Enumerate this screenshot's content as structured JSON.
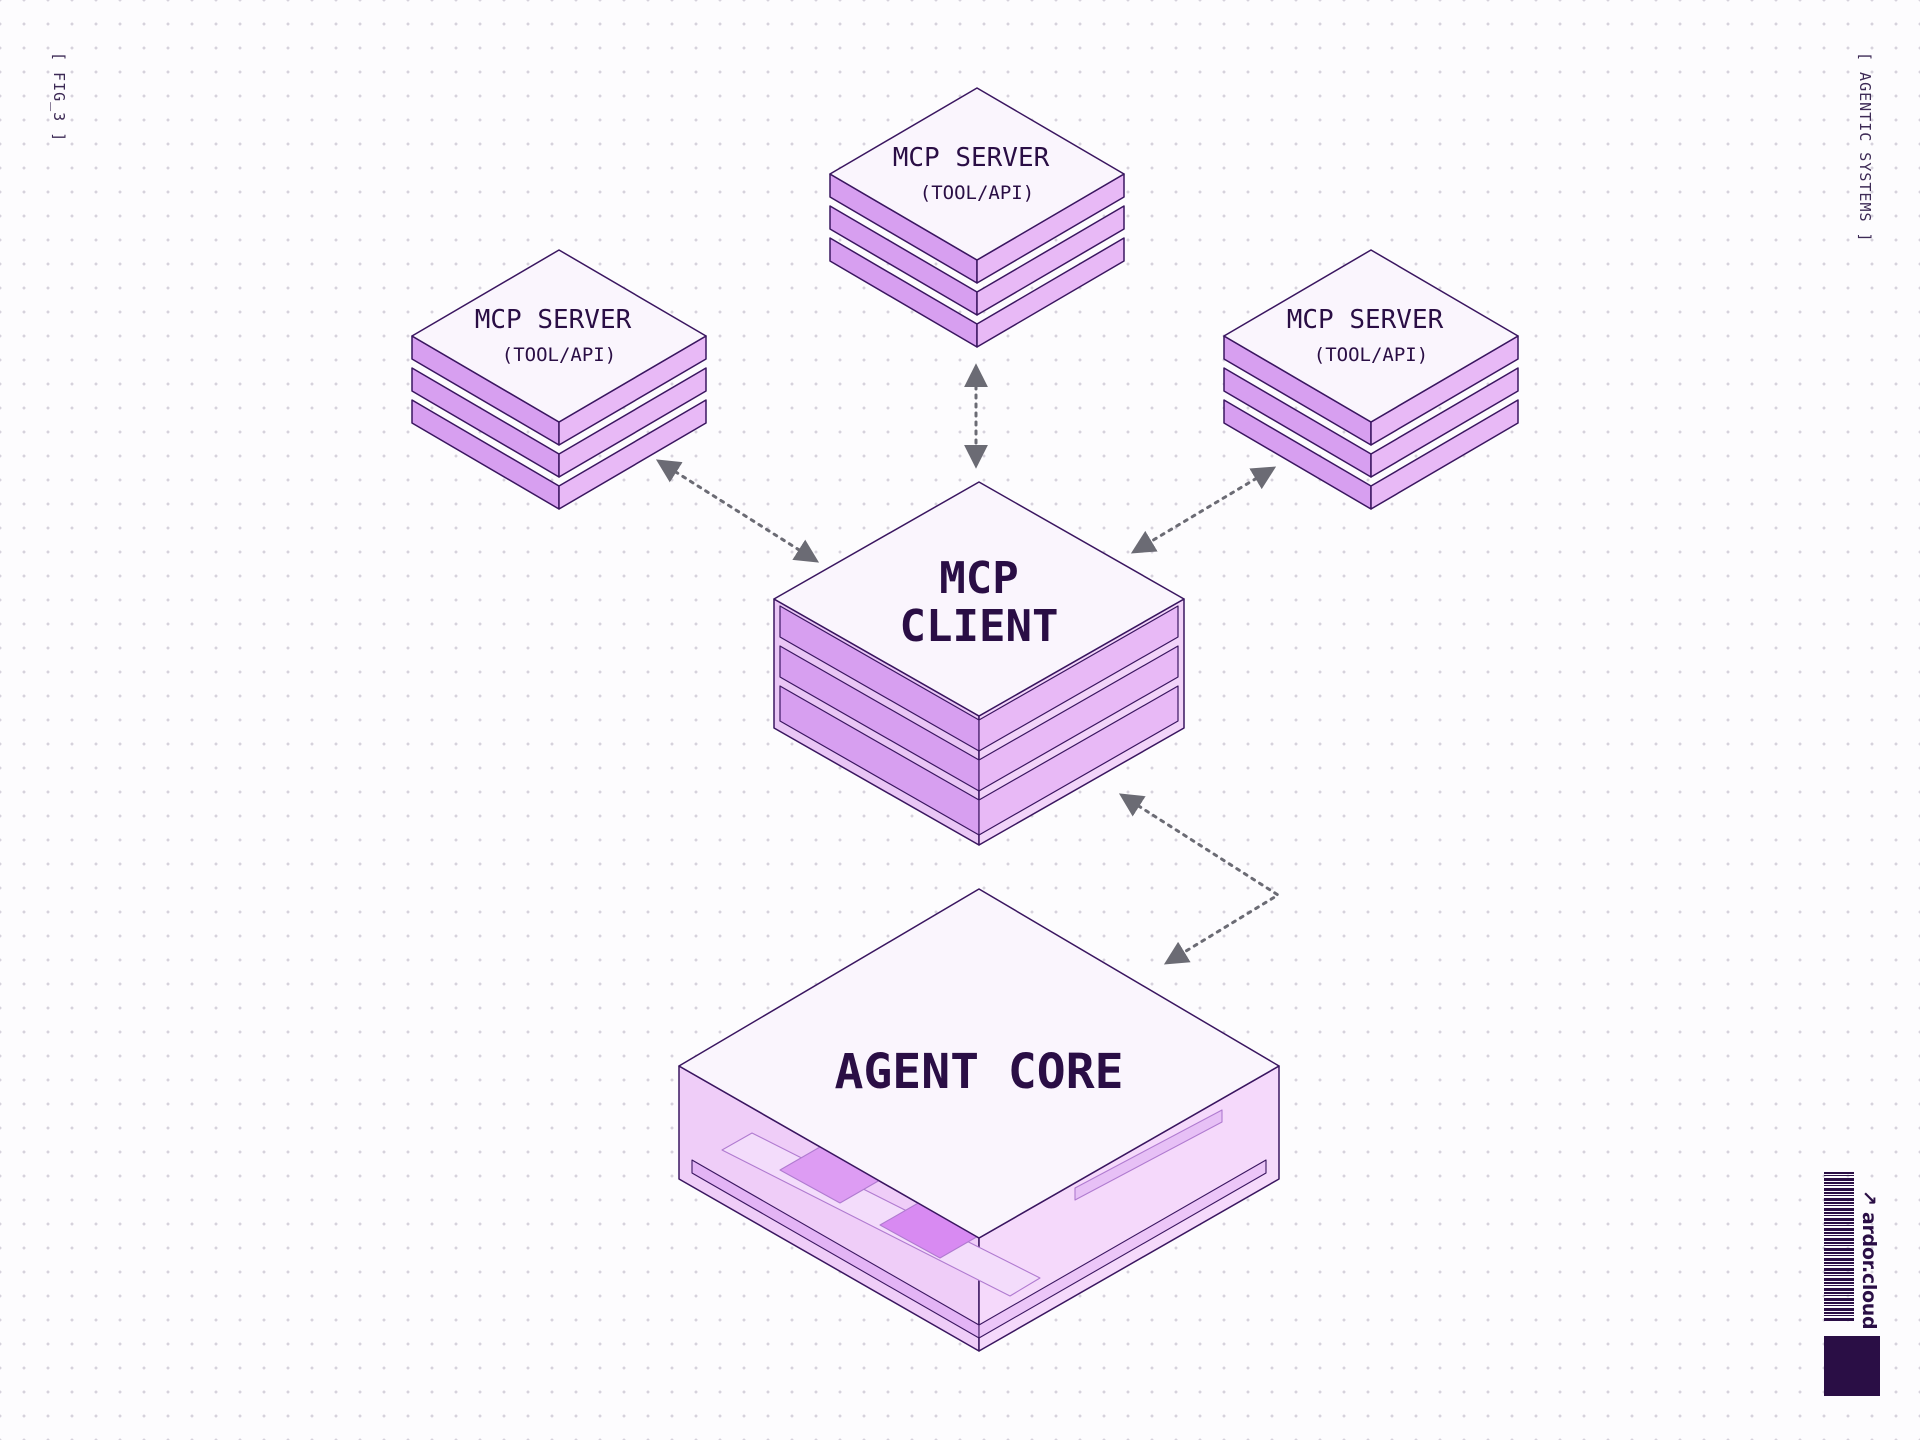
{
  "fig_label": "[ FIG_3 ]",
  "section_label": "[ AGENTIC SYSTEMS ]",
  "brand": "↗ ardor.cloud",
  "nodes": {
    "server_left": {
      "title": "MCP SERVER",
      "subtitle": "(TOOL/API)"
    },
    "server_top": {
      "title": "MCP SERVER",
      "subtitle": "(TOOL/API)"
    },
    "server_right": {
      "title": "MCP SERVER",
      "subtitle": "(TOOL/API)"
    },
    "client": {
      "title_line1": "MCP",
      "title_line2": "CLIENT"
    },
    "agent_core": {
      "title": "AGENT CORE"
    }
  },
  "edges": [
    {
      "from": "server_left",
      "to": "client",
      "style": "dotted",
      "direction": "bidirectional"
    },
    {
      "from": "server_top",
      "to": "client",
      "style": "dotted",
      "direction": "bidirectional"
    },
    {
      "from": "server_right",
      "to": "client",
      "style": "dotted",
      "direction": "bidirectional"
    },
    {
      "from": "agent_core",
      "to": "client",
      "style": "dotted",
      "direction": "bidirectional"
    }
  ],
  "colors": {
    "outline": "#3a1660",
    "top_face": "#faf5fd",
    "side_left": "#d79ff0",
    "side_right": "#e8b9f6",
    "arrow": "#6b6b74",
    "text": "#2a0e45"
  }
}
